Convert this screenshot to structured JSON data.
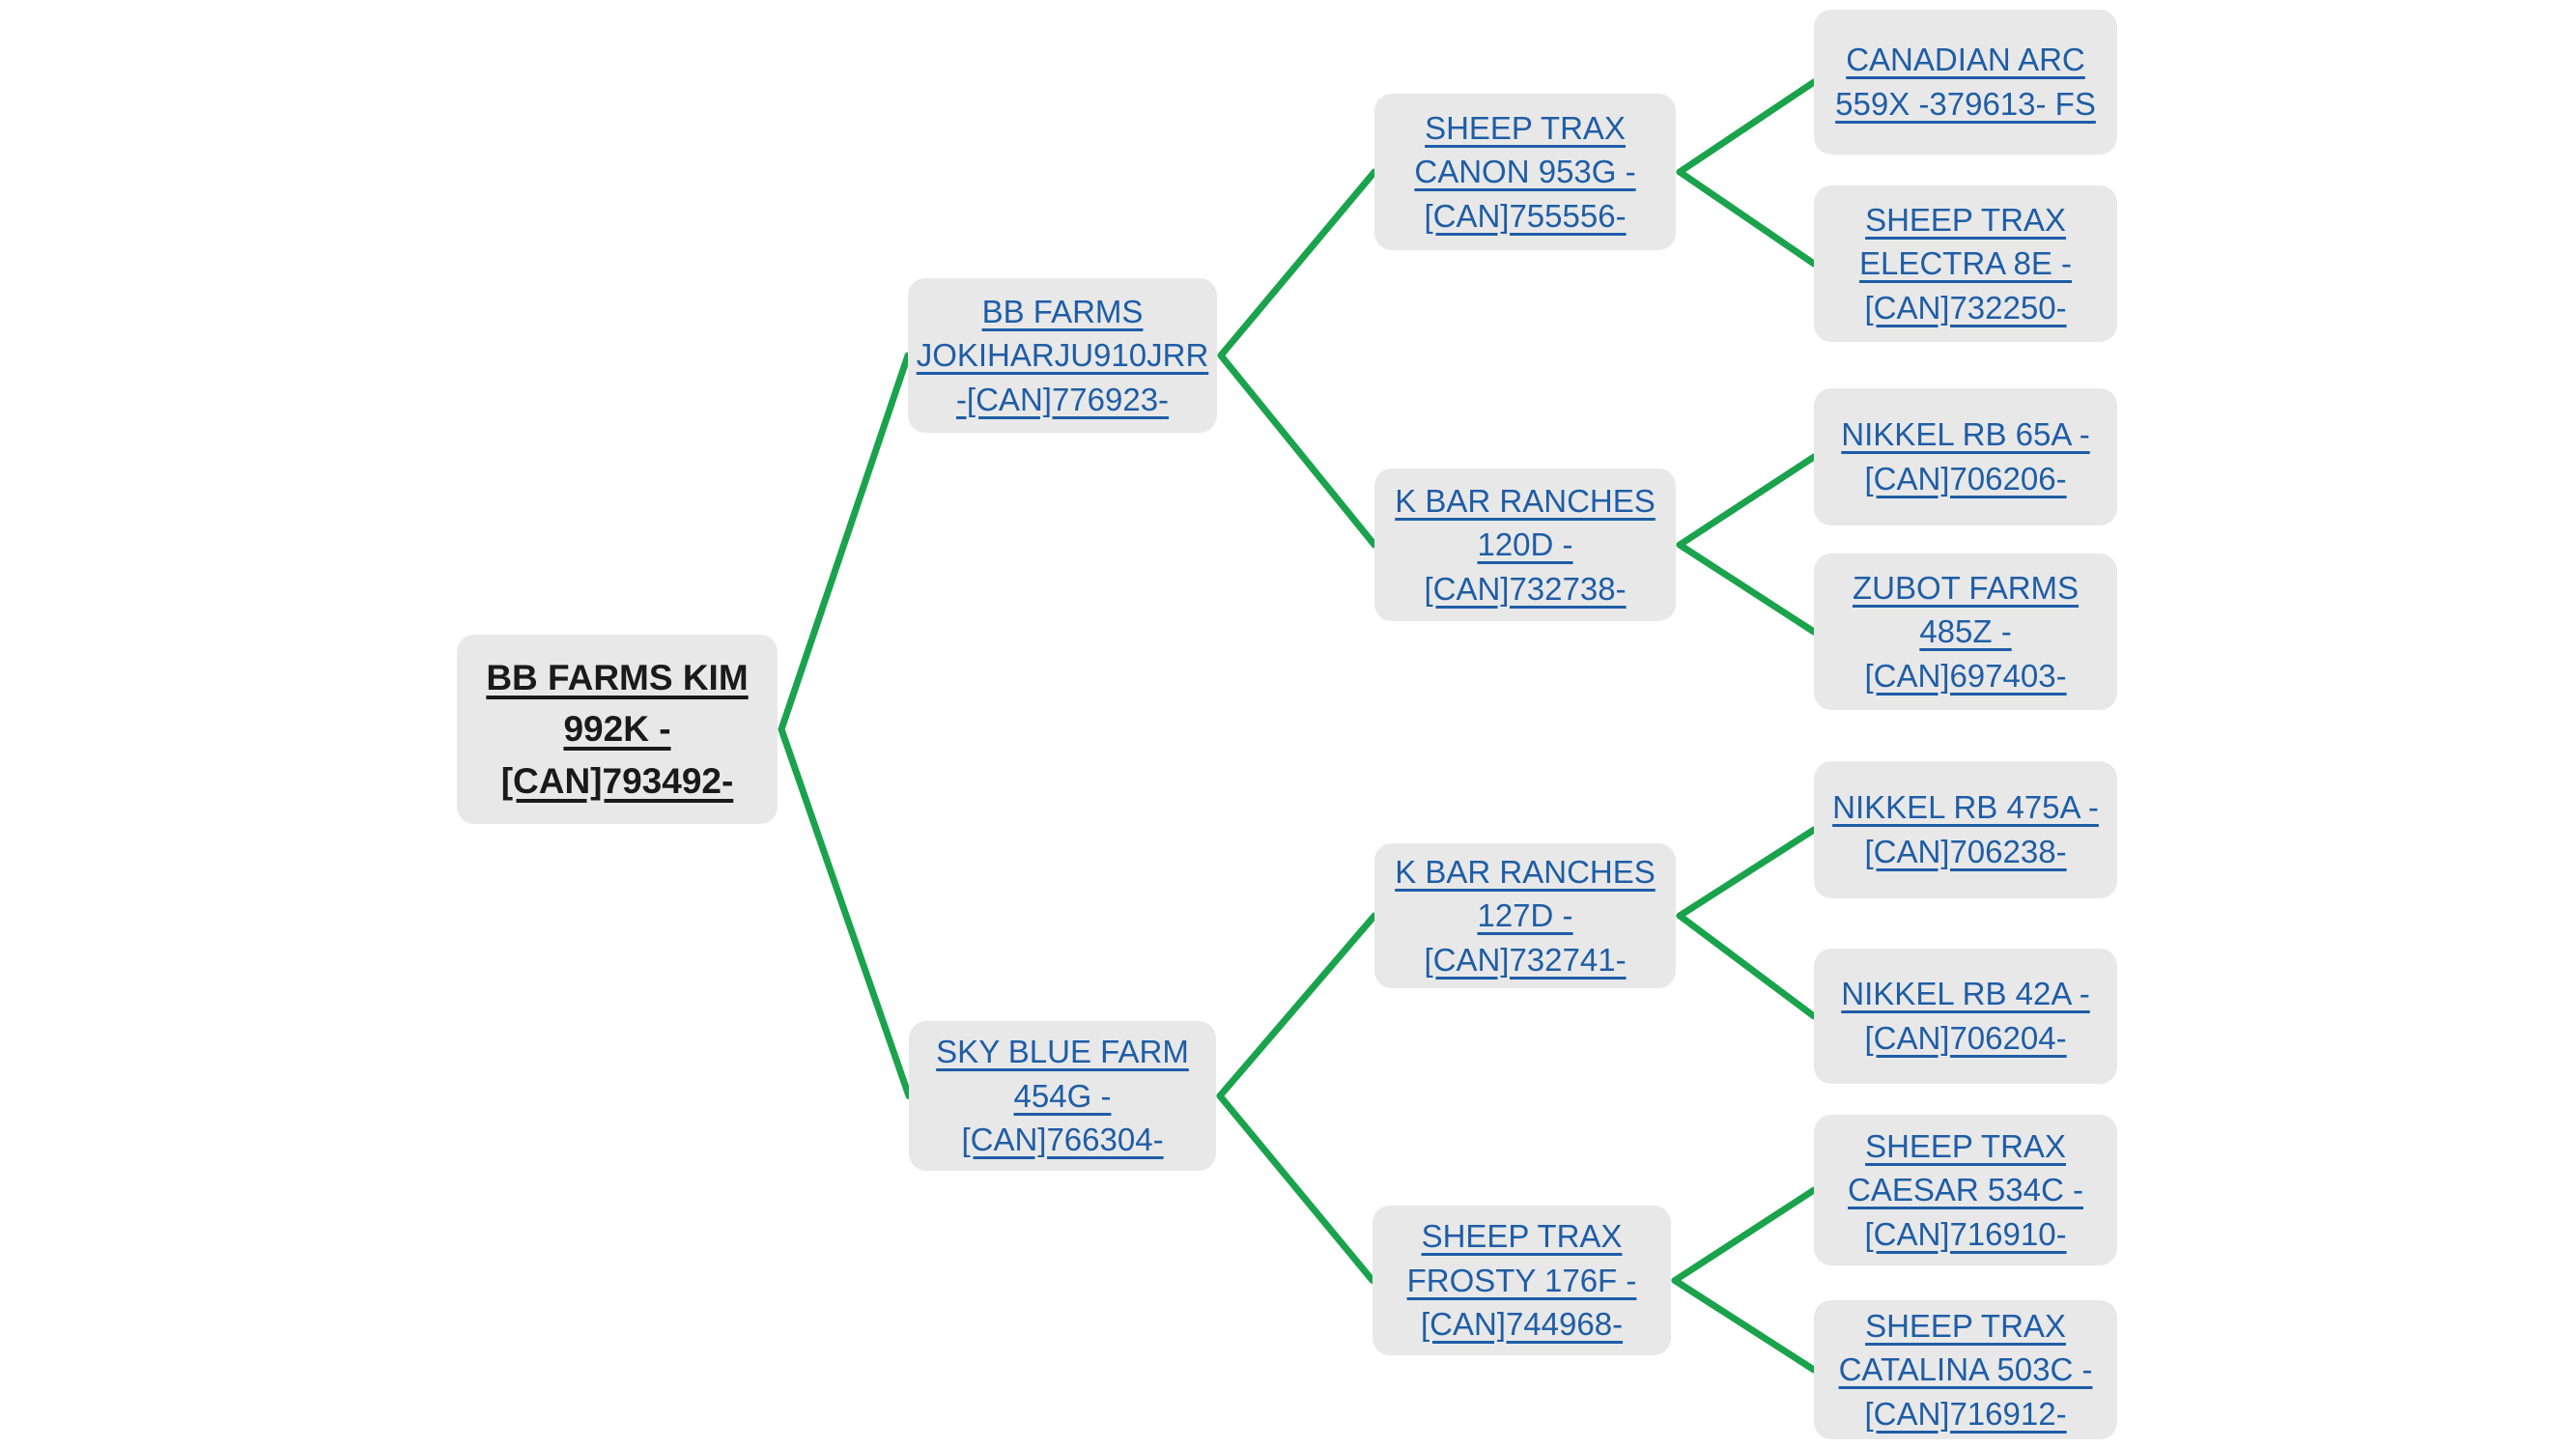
{
  "diagram": {
    "type": "pedigree-tree",
    "link_color": "#1aa34c",
    "link_stroke_width": 7,
    "node_fill": "#e8e8e8",
    "link_text_color": "#1f5da6",
    "root_text_color": "#1a1a1a"
  },
  "nodes": {
    "root": {
      "label": "BB FARMS KIM 992K - [CAN]793492-"
    },
    "sire": {
      "label": "BB FARMS JOKIHARJU910JRR -[CAN]776923-"
    },
    "dam": {
      "label": "SKY BLUE FARM 454G - [CAN]766304-"
    },
    "sire_sire": {
      "label": "SHEEP TRAX CANON 953G - [CAN]755556-"
    },
    "sire_dam": {
      "label": "K BAR RANCHES 120D - [CAN]732738-"
    },
    "dam_sire": {
      "label": "K BAR RANCHES 127D - [CAN]732741-"
    },
    "dam_dam": {
      "label": "SHEEP TRAX FROSTY 176F - [CAN]744968-"
    },
    "sire_sire_sire": {
      "label": "CANADIAN ARC 559X -379613- FS"
    },
    "sire_sire_dam": {
      "label": "SHEEP TRAX ELECTRA 8E - [CAN]732250-"
    },
    "sire_dam_sire": {
      "label": "NIKKEL RB 65A - [CAN]706206-"
    },
    "sire_dam_dam": {
      "label": "ZUBOT FARMS 485Z - [CAN]697403-"
    },
    "dam_sire_sire": {
      "label": "NIKKEL RB 475A - [CAN]706238-"
    },
    "dam_sire_dam": {
      "label": "NIKKEL RB 42A - [CAN]706204-"
    },
    "dam_dam_sire": {
      "label": "SHEEP TRAX CAESAR 534C - [CAN]716910-"
    },
    "dam_dam_dam": {
      "label": "SHEEP TRAX CATALINA 503C - [CAN]716912-"
    }
  },
  "edges": [
    {
      "from": "root",
      "to": "sire"
    },
    {
      "from": "root",
      "to": "dam"
    },
    {
      "from": "sire",
      "to": "sire_sire"
    },
    {
      "from": "sire",
      "to": "sire_dam"
    },
    {
      "from": "dam",
      "to": "dam_sire"
    },
    {
      "from": "dam",
      "to": "dam_dam"
    },
    {
      "from": "sire_sire",
      "to": "sire_sire_sire"
    },
    {
      "from": "sire_sire",
      "to": "sire_sire_dam"
    },
    {
      "from": "sire_dam",
      "to": "sire_dam_sire"
    },
    {
      "from": "sire_dam",
      "to": "sire_dam_dam"
    },
    {
      "from": "dam_sire",
      "to": "dam_sire_sire"
    },
    {
      "from": "dam_sire",
      "to": "dam_sire_dam"
    },
    {
      "from": "dam_dam",
      "to": "dam_dam_sire"
    },
    {
      "from": "dam_dam",
      "to": "dam_dam_dam"
    }
  ]
}
